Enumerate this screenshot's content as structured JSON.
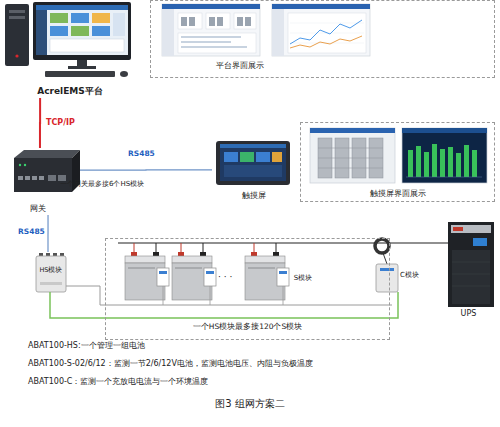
{
  "diagram": {
    "caption": "图3 组网方案二",
    "nodes": [
      {
        "text": [
          "AcrelEMS平台"
        ]
      },
      {
        "text": [
          "平台界面展示"
        ]
      },
      {
        "text": [
          "网关"
        ]
      },
      {
        "text": [
          "触摸屏"
        ]
      },
      {
        "text": [
          "触摸屏界面展示"
        ]
      },
      {
        "text": [
          "HS模块"
        ]
      },
      {
        "text": [
          "一个HS模块最多接120个S模块"
        ]
      },
      {
        "text": [
          "S模块"
        ],
        "in": 6
      },
      {
        "text": [
          "C模块"
        ]
      },
      {
        "text": [
          "UPS"
        ]
      }
    ],
    "edges": [
      {
        "from": 0,
        "to": 2,
        "arrow": "none",
        "label": "TCP/IP"
      },
      {
        "from": 2,
        "to": 3,
        "arrow": "none",
        "label": "RS485"
      },
      {
        "from": 2,
        "to": 5,
        "arrow": "none",
        "label": "RS485"
      }
    ],
    "labels": [
      "一个网关最多接6个HS模块",
      "· · ·",
      "ABAT100-HS:一个管理一组电池",
      "ABAT100-S-02/6/12：监测一节2/6/12V电池，监测电池电压、内阻与负极温度",
      "ABAT100-C：监测一个充放电电流与一个环境温度"
    ]
  }
}
